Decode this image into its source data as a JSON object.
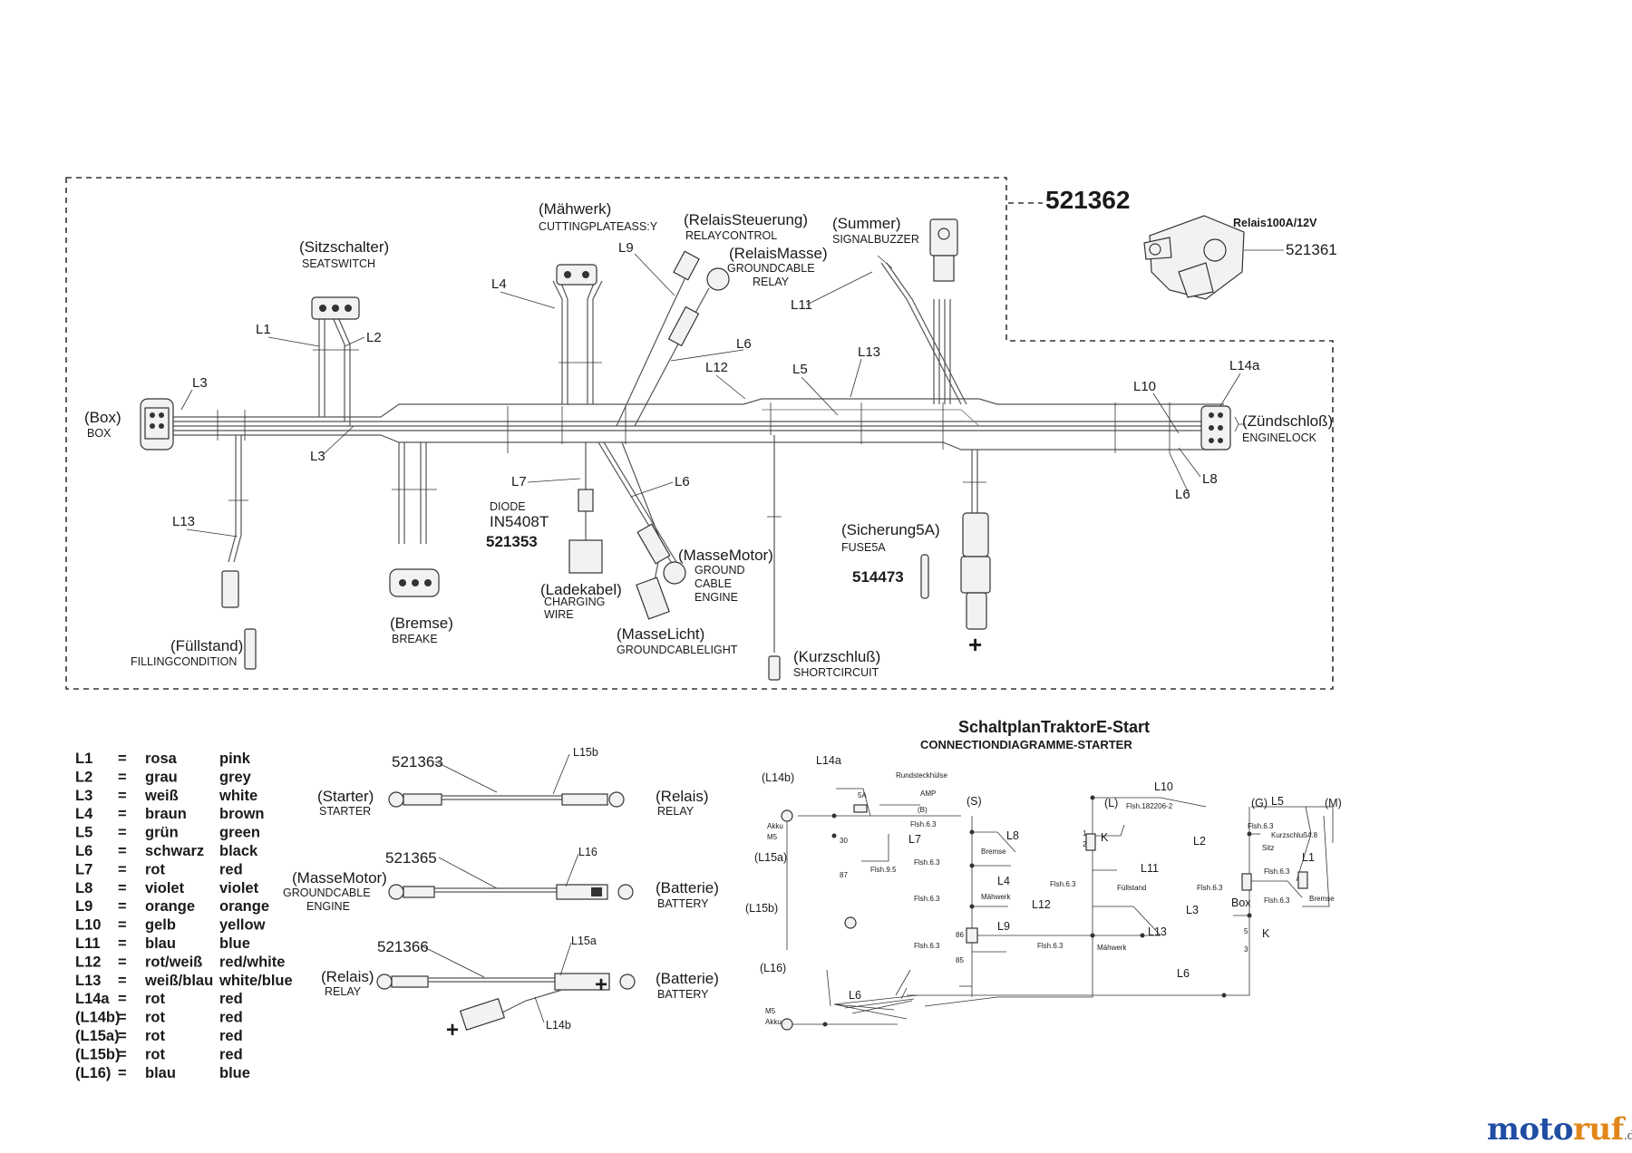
{
  "assembly": {
    "number": "521362",
    "relay_part": "521361",
    "relay_spec": "Relais100A/12V"
  },
  "components": {
    "box": [
      "(Box)",
      "BOX"
    ],
    "seatswitch": [
      "(Sitzschalter)",
      "SEATSWITCH"
    ],
    "mower": [
      "(Mähwerk)",
      "CUTTINGPLATEASS:Y"
    ],
    "relaycontrol": [
      "(RelaisSteuerung)",
      "RELAYCONTROL"
    ],
    "relayground": [
      "(RelaisMasse)",
      "GROUNDCABLE",
      "RELAY"
    ],
    "buzzer": [
      "(Summer)",
      "SIGNALBUZZER"
    ],
    "ignition": [
      "(Zündschloß)",
      "ENGINELOCK"
    ],
    "diode": [
      "DIODE",
      "IN5408T",
      "521353"
    ],
    "fuse": [
      "(Sicherung5A)",
      "FUSE5A",
      "514473"
    ],
    "groundmotor": [
      "(MasseMotor)",
      "GROUND",
      "CABLE",
      "ENGINE"
    ],
    "chargecable": [
      "(Ladekabel)",
      "CHARGING",
      "WIRE"
    ],
    "groundlight": [
      "(MasseLicht)",
      "GROUNDCABLELIGHT"
    ],
    "shortcircuit": [
      "(Kurzschluß)",
      "SHORTCIRCUIT"
    ],
    "brake": [
      "(Bremse)",
      "BREAKE"
    ],
    "filling": [
      "(Füllstand)",
      "FILLINGCONDITION"
    ],
    "plus": "+"
  },
  "wire_tags": {
    "L1": "L1",
    "L2": "L2",
    "L3": "L3",
    "L4": "L4",
    "L5": "L5",
    "L6": "L6",
    "L7": "L7",
    "L8": "L8",
    "L9": "L9",
    "L10": "L10",
    "L11": "L11",
    "L12": "L12",
    "L13": "L13",
    "L14a": "L14a"
  },
  "legend": [
    {
      "code": "L1",
      "eq": "=",
      "de": "rosa",
      "en": "pink"
    },
    {
      "code": "L2",
      "eq": "=",
      "de": "grau",
      "en": "grey"
    },
    {
      "code": "L3",
      "eq": "=",
      "de": "weiß",
      "en": "white"
    },
    {
      "code": "L4",
      "eq": "=",
      "de": "braun",
      "en": "brown"
    },
    {
      "code": "L5",
      "eq": "=",
      "de": "grün",
      "en": "green"
    },
    {
      "code": "L6",
      "eq": "=",
      "de": "schwarz",
      "en": "black"
    },
    {
      "code": "L7",
      "eq": "=",
      "de": "rot",
      "en": "red"
    },
    {
      "code": "L8",
      "eq": "=",
      "de": "violet",
      "en": "violet"
    },
    {
      "code": "L9",
      "eq": "=",
      "de": "orange",
      "en": "orange"
    },
    {
      "code": "L10",
      "eq": "=",
      "de": "gelb",
      "en": "yellow"
    },
    {
      "code": "L11",
      "eq": "=",
      "de": "blau",
      "en": "blue"
    },
    {
      "code": "L12",
      "eq": "=",
      "de": "rot/weiß",
      "en": "red/white"
    },
    {
      "code": "L13",
      "eq": "=",
      "de": "weiß/blau",
      "en": "white/blue"
    },
    {
      "code": "L14a",
      "eq": "=",
      "de": "rot",
      "en": "red"
    },
    {
      "code": "(L14b)",
      "eq": "=",
      "de": "rot",
      "en": "red"
    },
    {
      "code": "(L15a)",
      "eq": "=",
      "de": "rot",
      "en": "red"
    },
    {
      "code": "(L15b)",
      "eq": "=",
      "de": "rot",
      "en": "red"
    },
    {
      "code": "(L16)",
      "eq": "=",
      "de": "blau",
      "en": "blue"
    }
  ],
  "cables": [
    {
      "part": "521363",
      "wire": "L15b",
      "left": [
        "(Starter)",
        "STARTER"
      ],
      "right": [
        "(Relais)",
        "RELAY"
      ]
    },
    {
      "part": "521365",
      "wire": "L16",
      "left": [
        "(MasseMotor)",
        "GROUNDCABLE",
        "ENGINE"
      ],
      "right": [
        "(Batterie)",
        "BATTERY"
      ]
    },
    {
      "part": "521366",
      "wire": "L15a",
      "extra": "L14b",
      "left": [
        "(Relais)",
        "RELAY"
      ],
      "right": [
        "(Batterie)",
        "BATTERY"
      ]
    }
  ],
  "schematic": {
    "title": "SchaltplanTraktorE-Start",
    "subtitle": "CONNECTIONDIAGRAMME-STARTER",
    "labels": {
      "l14a": "L14a",
      "l14b": "(L14b)",
      "rund": "Rundsteckhülse",
      "fuse": "5A",
      "amp": "AMP",
      "b": "(B)",
      "s": "(S)",
      "l": "(L)",
      "g": "(G)",
      "m": "(M)",
      "akku1": "Akku",
      "m5a": "M5",
      "l15a": "(L15a)",
      "l15b": "(L15b)",
      "l16": "(L16)",
      "m5b": "M5",
      "akku2": "Akku",
      "n30": "30",
      "n87": "87",
      "n86": "86",
      "n85": "85",
      "fl1": "Flsh.6.3",
      "fl2": "Flsh.6.3",
      "fl95": "Flsh.9.5",
      "fl3": "Flsh.6.3",
      "fl4": "Flsh.6.3",
      "fl5": "Flsh.6.3",
      "fl6": "Flsh.6.3",
      "fl7": "Flsh.6.3",
      "fl8": "Flsh.6.3",
      "fl9": "Flsh.6.3",
      "fl10": "Flsh.6.3",
      "fl182": "Flsh.182206-2",
      "kurz": "Kurzschluß4.8",
      "bremse1": "Bremse",
      "maehwerk1": "Mähwerk",
      "maehwerk2": "Mähwerk",
      "fuellstand": "Füllstand",
      "sitz": "Sitz",
      "box": "Box",
      "bremse2": "Bremse",
      "kh1": "K",
      "kh2": "K",
      "n1": "1",
      "n2": "2",
      "n3": "3",
      "n5": "5",
      "L5": "L5",
      "L6": "L6",
      "L7": "L7",
      "L8": "L8",
      "L9": "L9",
      "L10": "L10",
      "L11": "L11",
      "L12": "L12",
      "L13": "L13",
      "L1": "L1",
      "L2": "L2",
      "L3": "L3",
      "L4": "L4",
      "L6b": "L6"
    }
  },
  "brand": {
    "part1": "moto",
    "part2": "ruf",
    "tld": ".de"
  }
}
